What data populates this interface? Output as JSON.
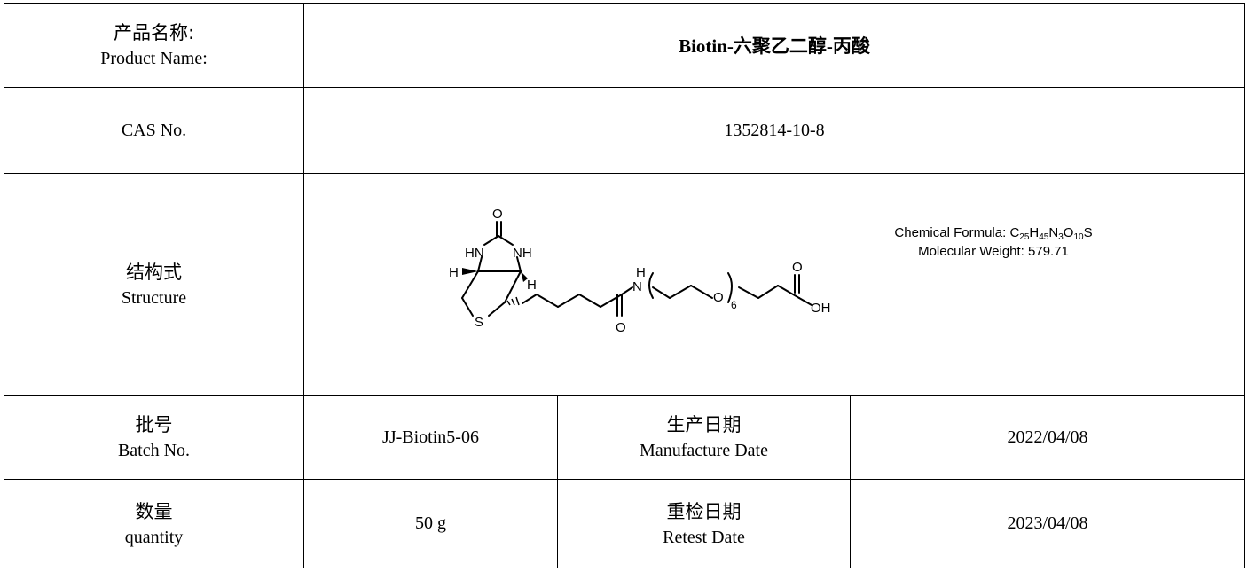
{
  "product": {
    "label_zh": "产品名称:",
    "label_en": "Product Name:",
    "name_prefix": "Biotin-",
    "name_zh1": "六聚乙二醇",
    "name_dash": "-",
    "name_zh2": "丙酸"
  },
  "cas": {
    "label": "CAS No.",
    "value": "1352814-10-8"
  },
  "structure": {
    "label_zh": "结构式",
    "label_en": "Structure",
    "formula_label": "Chemical Formula: ",
    "formula_parts": [
      "C",
      "25",
      "H",
      "45",
      "N",
      "3",
      "O",
      "10",
      "S"
    ],
    "mw_label": "Molecular Weight: 579.71",
    "atoms": {
      "o_top": "O",
      "hn": "HN",
      "nh": "NH",
      "h_left": "H",
      "h_right": "H",
      "s": "S",
      "o_amide": "O",
      "n_amide": "N",
      "h_amide": "H",
      "o_peg": "O",
      "repeat": "6",
      "o_acid": "O",
      "oh": "OH"
    }
  },
  "batch": {
    "label_zh": "批号",
    "label_en": "Batch No.",
    "value": "JJ-Biotin5-06"
  },
  "manufacture": {
    "label_zh": "生产日期",
    "label_en": "Manufacture Date",
    "value": "2022/04/08"
  },
  "quantity": {
    "label_zh": "数量",
    "label_en": "quantity",
    "value": "50 g"
  },
  "retest": {
    "label_zh": "重检日期",
    "label_en": "Retest Date",
    "value": "2023/04/08"
  }
}
